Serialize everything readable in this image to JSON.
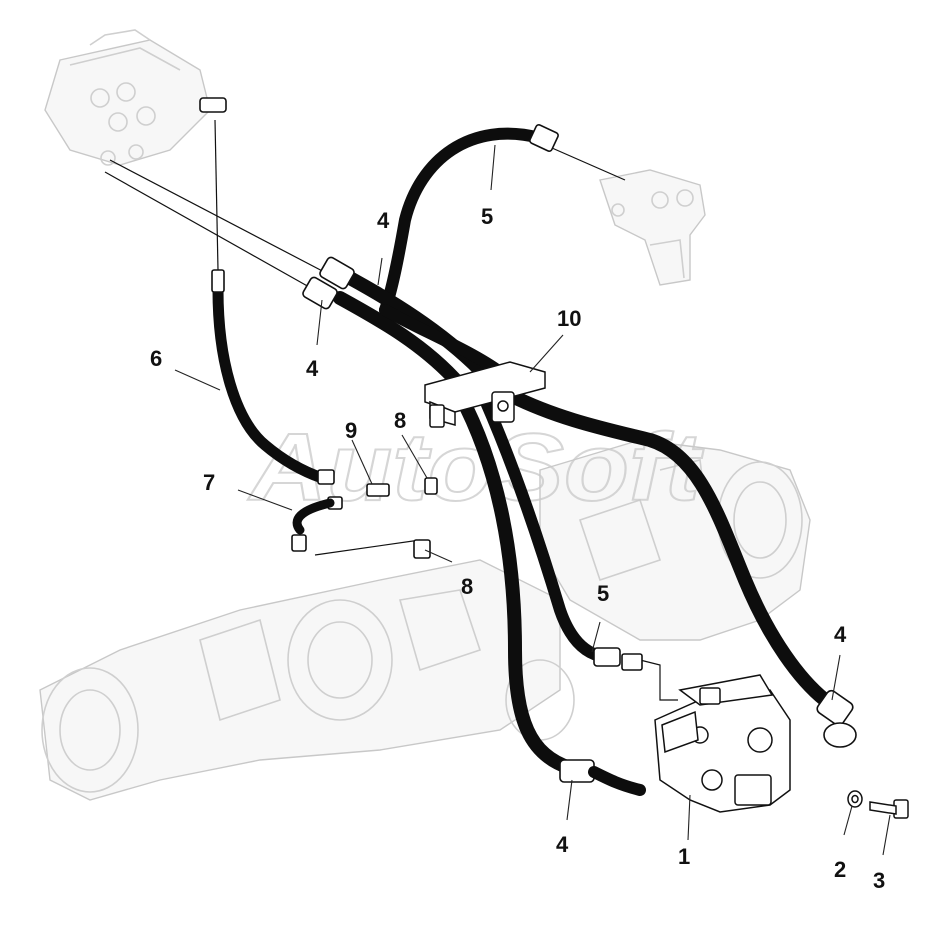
{
  "diagram": {
    "watermark": "AutoSoft",
    "callouts": [
      {
        "id": "c1",
        "label": "1"
      },
      {
        "id": "c2",
        "label": "2"
      },
      {
        "id": "c3",
        "label": "3"
      },
      {
        "id": "c4a",
        "label": "4"
      },
      {
        "id": "c4b",
        "label": "4"
      },
      {
        "id": "c4c",
        "label": "4"
      },
      {
        "id": "c4d",
        "label": "4"
      },
      {
        "id": "c5a",
        "label": "5"
      },
      {
        "id": "c5b",
        "label": "5"
      },
      {
        "id": "c6",
        "label": "6"
      },
      {
        "id": "c7",
        "label": "7"
      },
      {
        "id": "c8a",
        "label": "8"
      },
      {
        "id": "c8b",
        "label": "8"
      },
      {
        "id": "c9",
        "label": "9"
      },
      {
        "id": "c10",
        "label": "10"
      }
    ]
  }
}
